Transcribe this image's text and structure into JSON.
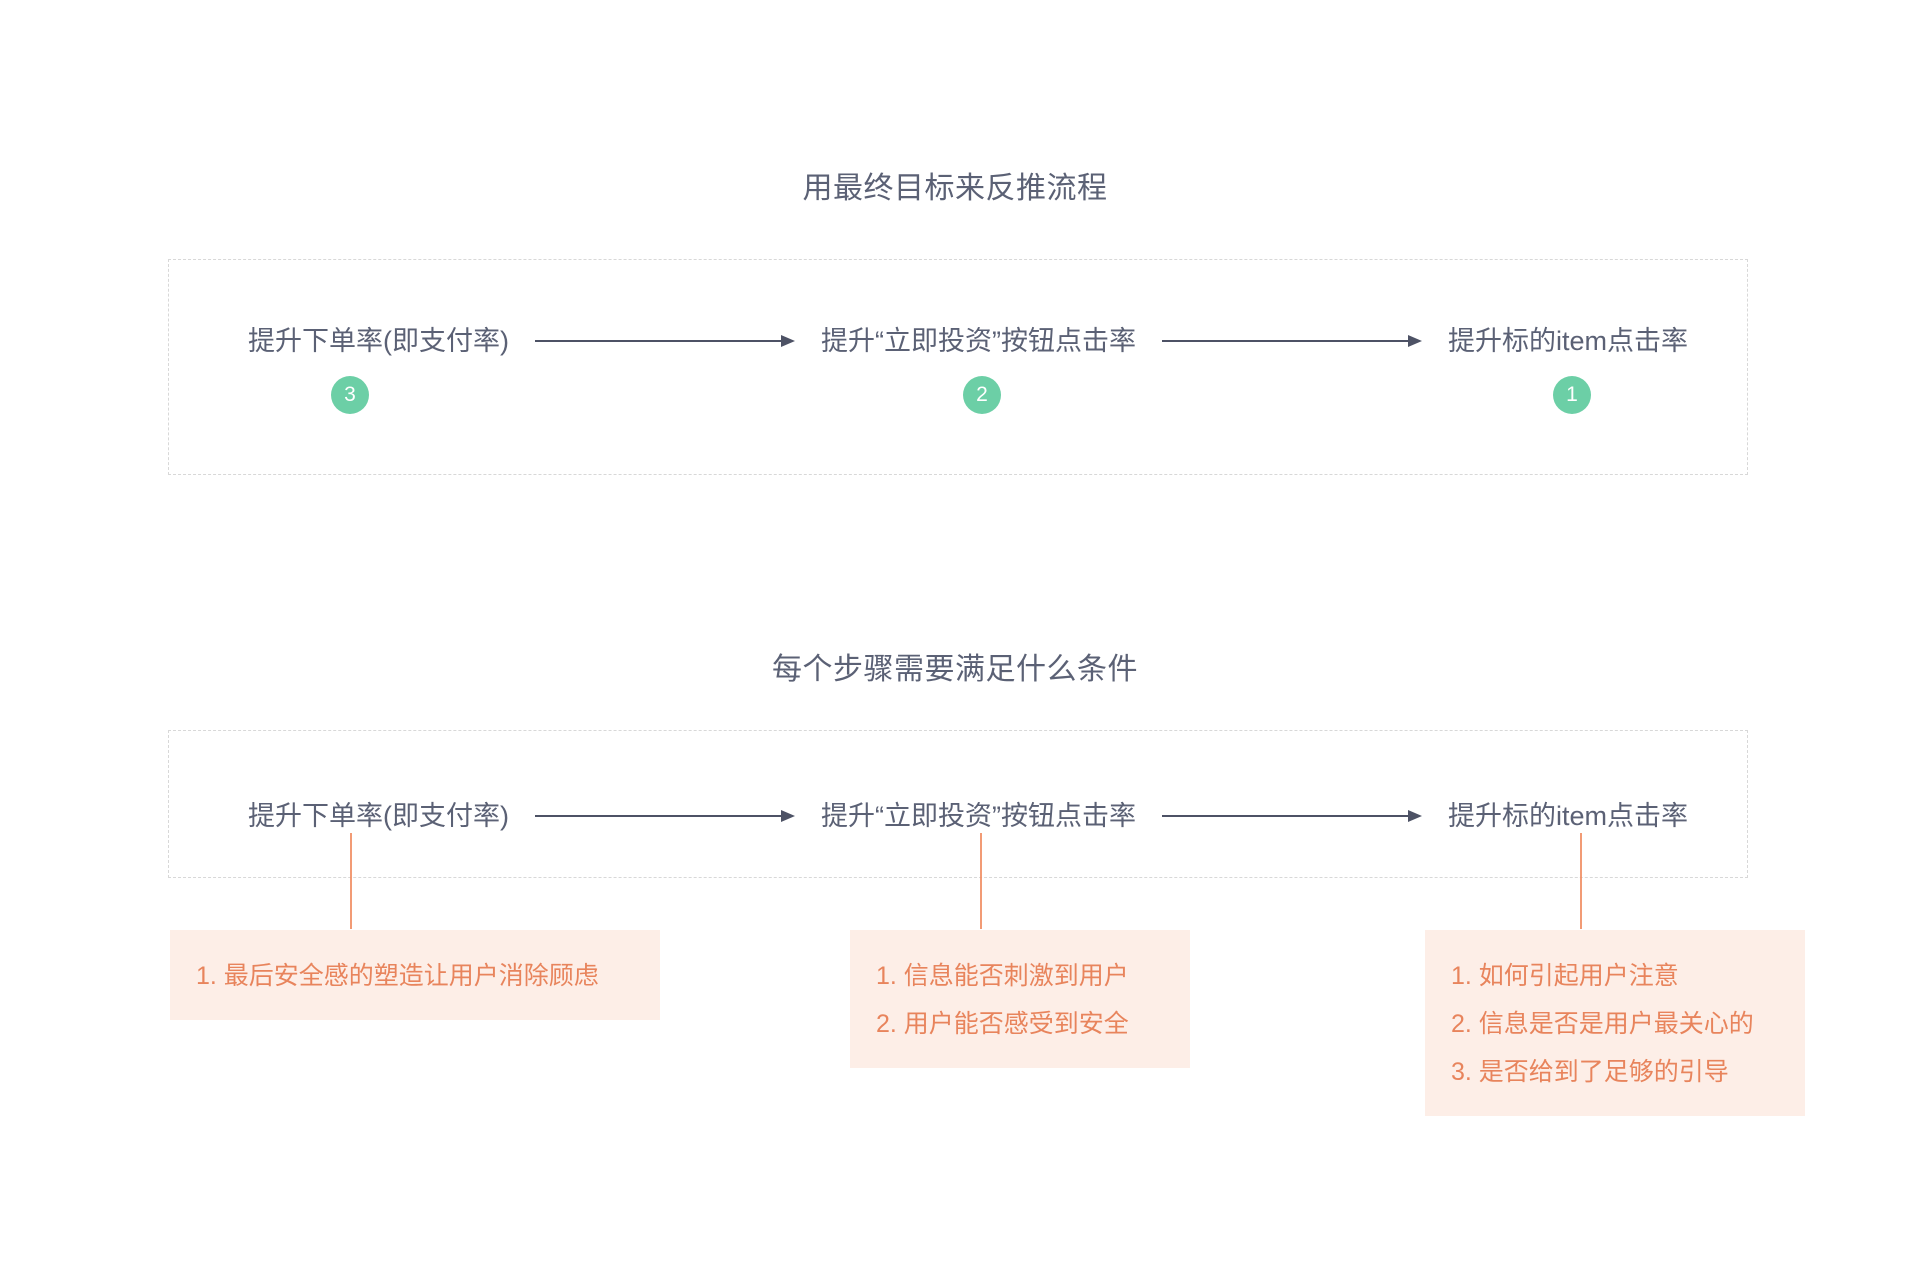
{
  "page": {
    "background": "#ffffff",
    "text_color": "#5b6175",
    "accent_green": "#6ccfa6",
    "accent_orange": "#e8845c",
    "note_bg": "#fdeee7",
    "arrow_color": "#4d5265",
    "dashed_border": "#d8d8d8"
  },
  "sections": [
    {
      "title": "用最终目标来反推流程",
      "flow": {
        "nodes": [
          "提升下单率(即支付率)",
          "提升“立即投资”按钮点击率",
          "提升标的item点击率"
        ],
        "badges": [
          "3",
          "2",
          "1"
        ]
      }
    },
    {
      "title": "每个步骤需要满足什么条件",
      "flow": {
        "nodes": [
          "提升下单率(即支付率)",
          "提升“立即投资”按钮点击率",
          "提升标的item点击率"
        ]
      },
      "notes": [
        {
          "lines": [
            "1. 最后安全感的塑造让用户消除顾虑"
          ]
        },
        {
          "lines": [
            "1. 信息能否刺激到用户",
            "2. 用户能否感受到安全"
          ]
        },
        {
          "lines": [
            "1. 如何引起用户注意",
            "2. 信息是否是用户最关心的",
            "3. 是否给到了足够的引导"
          ]
        }
      ]
    }
  ]
}
